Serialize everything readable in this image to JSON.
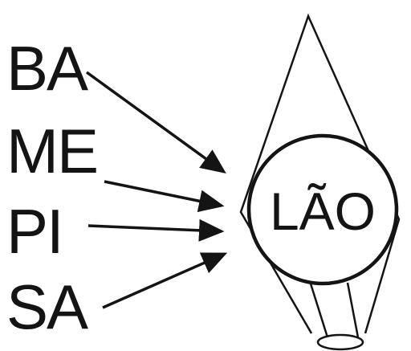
{
  "syllables": [
    "BA",
    "ME",
    "PI",
    "SA"
  ],
  "center_word": "LÃO",
  "ink_color": "#141414",
  "background_color": "#ffffff",
  "shape": "kite-with-circle"
}
